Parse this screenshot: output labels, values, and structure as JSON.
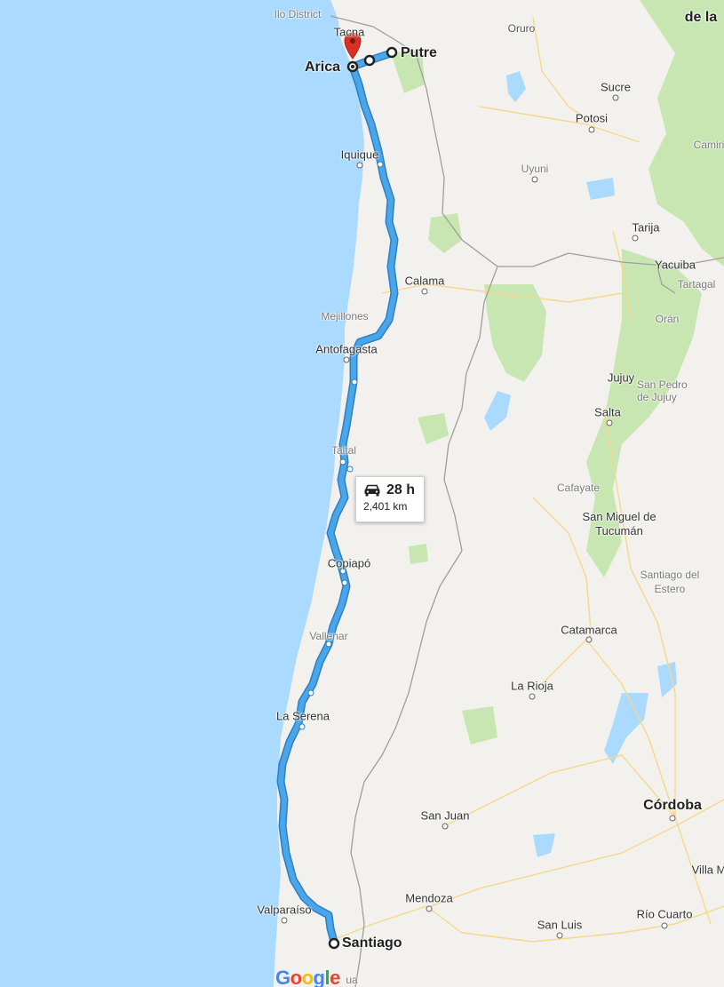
{
  "map": {
    "colors": {
      "water": "#aadaff",
      "land": "#f2f1ed",
      "route": "#4aa6ea",
      "route_outline": "#2f7fc1",
      "green": "#c8e6b2",
      "border": "#9e9e9e",
      "road": "#f7d88a",
      "pin": "#d93025"
    },
    "places": {
      "ilo": "Ilo District",
      "tacna": "Tacna",
      "oruro": "Oruro",
      "delapaz": "de la",
      "sucre": "Sucre",
      "potosi": "Potosi",
      "camiri": "Camiri",
      "iquique": "Iquique",
      "uyuni": "Uyuni",
      "tarija": "Tarija",
      "yacuiba": "Yacuiba",
      "tartagal": "Tartagal",
      "calama": "Calama",
      "oran": "Orán",
      "mejillones": "Mejillones",
      "antofagasta": "Antofagasta",
      "jujuy": "Jujuy",
      "sanpedro": "San Pedro de Jujuy",
      "salta": "Salta",
      "taltal": "Taltal",
      "cafayate": "Cafayate",
      "smtucuman": "San Miguel de Tucumán",
      "copiapo": "Copiapó",
      "santiagoestero": "Santiago del Estero",
      "vallenar": "Vallenar",
      "catamarca": "Catamarca",
      "larioja": "La Rioja",
      "laserena": "La Serena",
      "cordoba": "Córdoba",
      "sanjuan": "San Juan",
      "villamaria": "Villa M",
      "mendoza": "Mendoza",
      "riocuarto": "Río Cuarto",
      "valparaiso": "Valparaíso",
      "sanluis": "San Luis",
      "ua": "ua"
    },
    "waypoints": {
      "arica": "Arica",
      "putre": "Putre",
      "santiago": "Santiago"
    },
    "route_info": {
      "duration": "28 h",
      "distance": "2,401 km",
      "mode_icon": "car-icon"
    },
    "logo": {
      "text": "Google",
      "colors": [
        "#4285F4",
        "#EA4335",
        "#FBBC05",
        "#4285F4",
        "#34A853",
        "#EA4335"
      ]
    }
  }
}
